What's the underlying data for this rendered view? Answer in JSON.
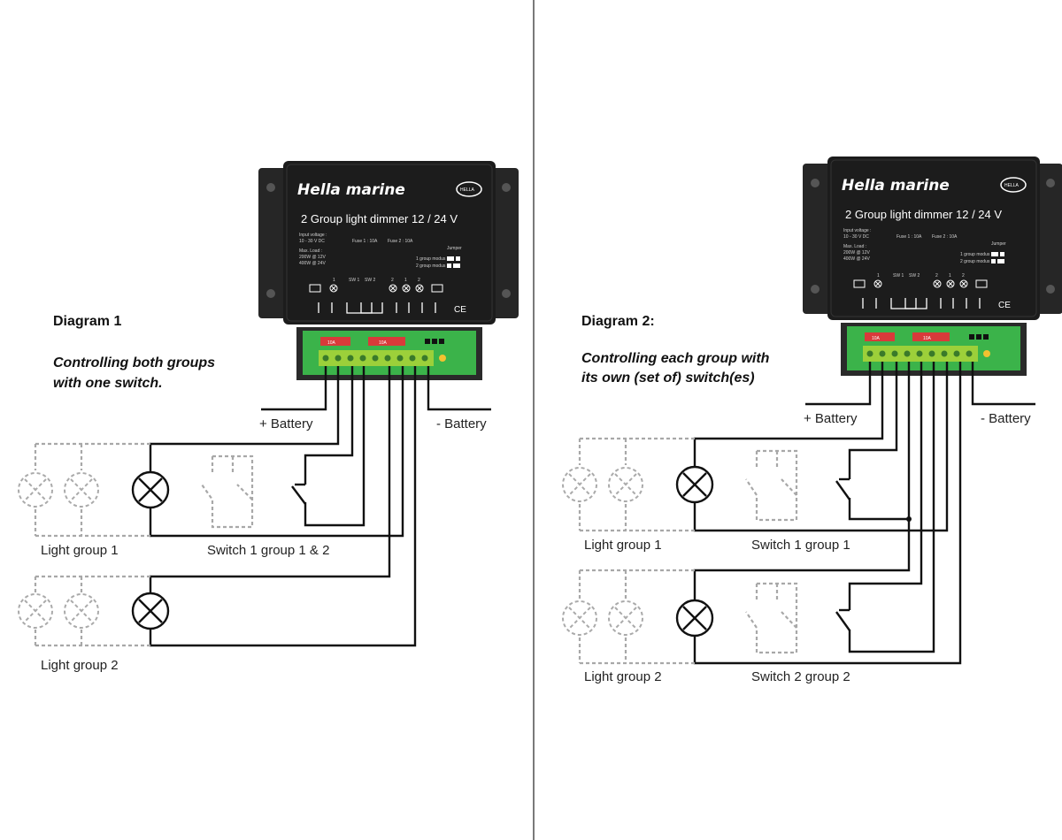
{
  "diagram1": {
    "title": "Diagram 1",
    "subtitle_line1": "Controlling both groups",
    "subtitle_line2": "with one switch.",
    "plus_battery": "+ Battery",
    "minus_battery": "- Battery",
    "light_group_1": "Light group 1",
    "light_group_2": "Light group 2",
    "switch_label": "Switch 1 group 1 & 2"
  },
  "diagram2": {
    "title": "Diagram 2:",
    "subtitle_line1": "Controlling each group with",
    "subtitle_line2": "its own (set of) switch(es)",
    "plus_battery": "+ Battery",
    "minus_battery": "- Battery",
    "light_group_1": "Light group 1",
    "light_group_2": "Light group 2",
    "switch1_label": "Switch 1 group 1",
    "switch2_label": "Switch 2 group 2"
  },
  "device": {
    "brand": "Hella marine",
    "logo": "HELLA",
    "model": "2 Group light dimmer 12 / 24 V",
    "input_voltage_label": "Input voltage :",
    "input_voltage": "10 - 30 V DC",
    "max_load_label": "Max. Load :",
    "load_12v": "200W @ 12V",
    "load_24v": "400W @ 24V",
    "fuse1": "Fuse 1 : 10A",
    "fuse2": "Fuse 2 : 10A",
    "jumper": "Jumper",
    "mode1": "1 group modus",
    "mode2": "2 group modus",
    "term_1": "1",
    "sw1": "SW 1",
    "sw2": "SW 2",
    "term_2": "2",
    "term_1b": "1",
    "term_2b": "2",
    "ce": "CE",
    "fuse_val": "10A"
  },
  "colors": {
    "device_body": "#1c1c1c",
    "terminal_green": "#3bb34a",
    "terminal_yellow": "#9cd03a",
    "fuse_red": "#d93a3a",
    "wire": "#111111",
    "ghost": "#a8a8a8"
  }
}
